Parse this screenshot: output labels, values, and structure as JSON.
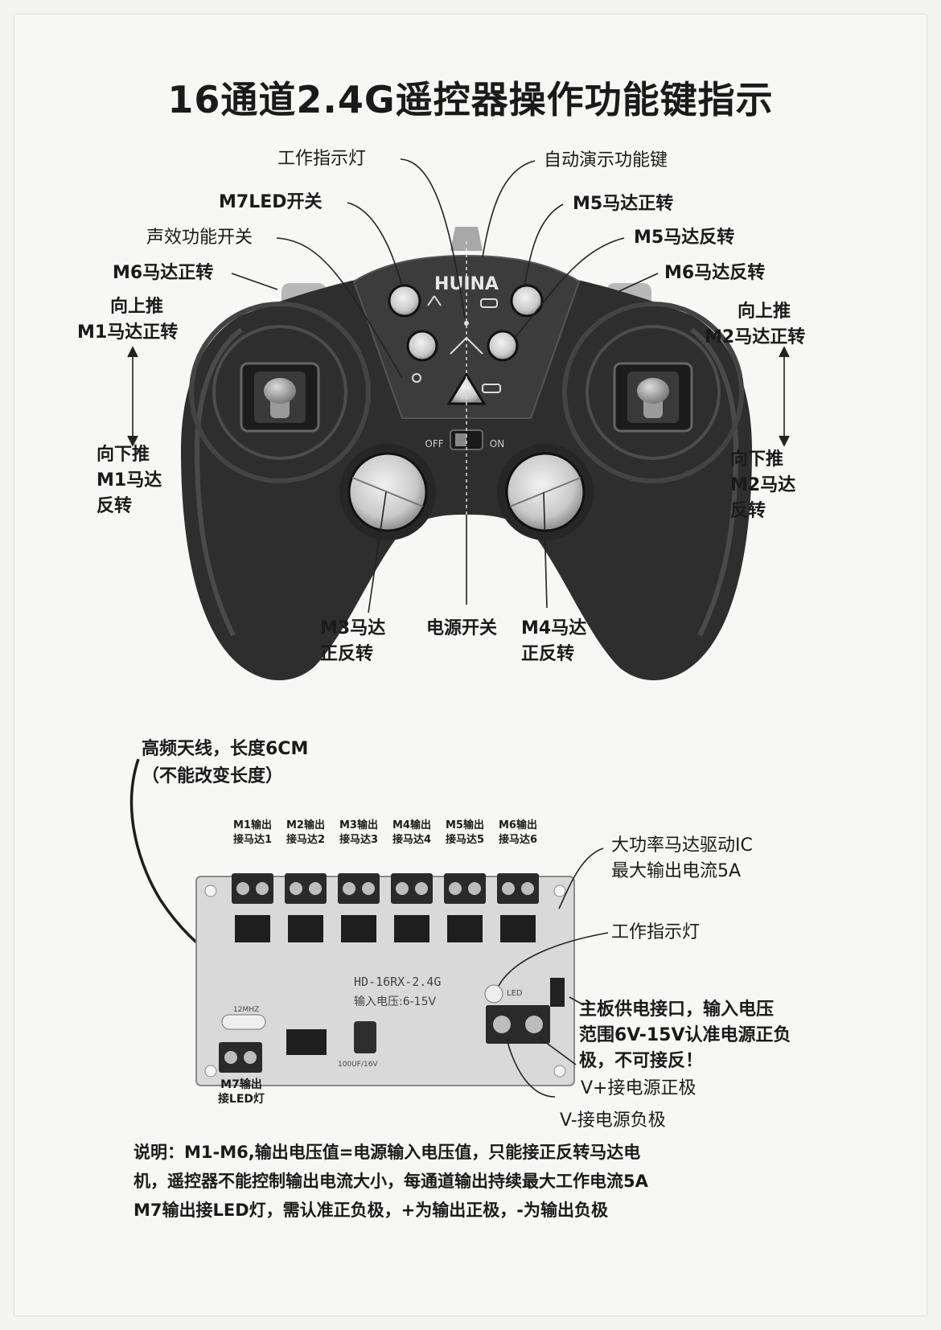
{
  "title": "16通道2.4G遥控器操作功能键指示",
  "controller": {
    "brand": "HUINA",
    "switch_off": "OFF",
    "switch_on": "ON",
    "labels": {
      "work_light": "工作指示灯",
      "auto_demo": "自动演示功能键",
      "m7_led": "M7LED开关",
      "m5_forward": "M5马达正转",
      "sound": "声效功能开关",
      "m5_reverse": "M5马达反转",
      "m6_forward": "M6马达正转",
      "m6_reverse": "M6马达反转",
      "left_up_1": "向上推",
      "left_up_2": "M1马达正转",
      "right_up_1": "向上推",
      "right_up_2": "M2马达正转",
      "left_down_1": "向下推",
      "left_down_2": "M1马达",
      "left_down_3": "反转",
      "right_down_1": "向下推",
      "right_down_2": "M2马达",
      "right_down_3": "反转",
      "m3_1": "M3马达",
      "m3_2": "正反转",
      "power": "电源开关",
      "m4_1": "M4马达",
      "m4_2": "正反转"
    }
  },
  "board": {
    "antenna_1": "高频天线，长度6CM",
    "antenna_2": "（不能改变长度）",
    "outputs": [
      {
        "line1": "M1输出",
        "line2": "接马达1"
      },
      {
        "line1": "M2输出",
        "line2": "接马达2"
      },
      {
        "line1": "M3输出",
        "line2": "接马达3"
      },
      {
        "line1": "M4输出",
        "line2": "接马达4"
      },
      {
        "line1": "M5输出",
        "line2": "接马达5"
      },
      {
        "line1": "M6输出",
        "line2": "接马达6"
      }
    ],
    "ic_1": "大功率马达驱动IC",
    "ic_2": "最大输出电流5A",
    "work_light": "工作指示灯",
    "power_1": "主板供电接口，输入电压",
    "power_2": "范围6V-15V认准电源正负",
    "power_3": "极，不可接反！",
    "v_plus": "V+接电源正极",
    "v_minus": "V-接电源负极",
    "m7_1": "M7输出",
    "m7_2": "接LED灯",
    "silk_model": "HD-16RX-2.4G",
    "silk_voltage": "输入电压:6-15V",
    "silk_cap": "100UF/16V",
    "silk_crystal": "12MHZ",
    "silk_led": "LED"
  },
  "notes": [
    "说明：M1-M6,输出电压值=电源输入电压值，只能接正反转马达电",
    "机，遥控器不能控制输出电流大小，每通道输出持续最大工作电流5A",
    "M7输出接LED灯，需认准正负极，+为输出正极，-为输出负极"
  ]
}
